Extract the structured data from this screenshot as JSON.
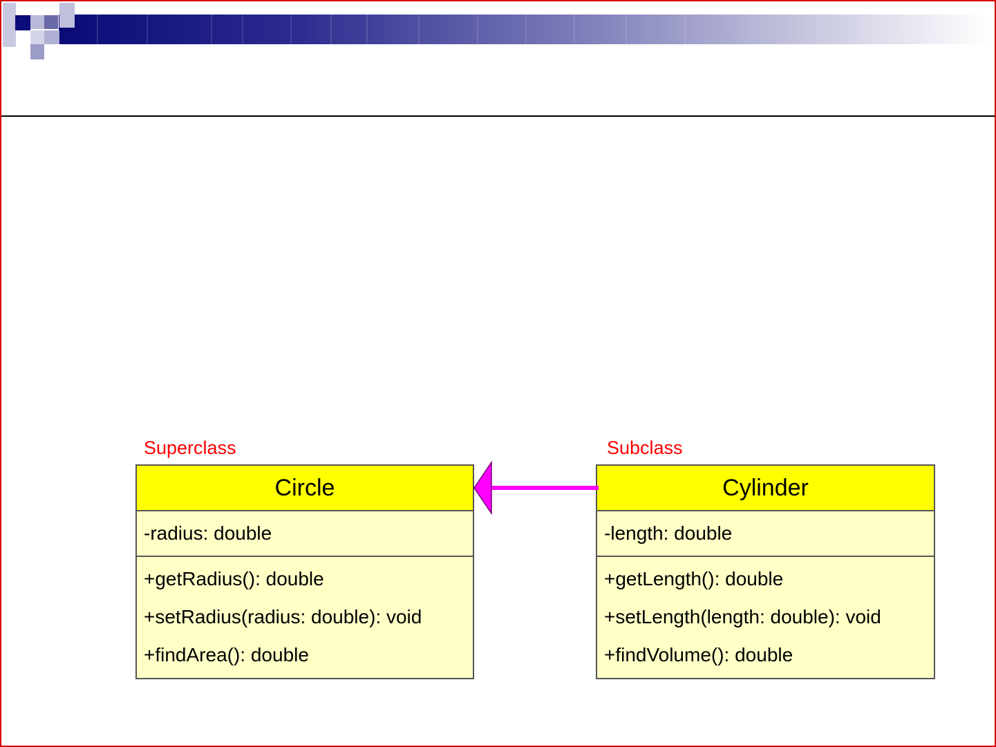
{
  "colors": {
    "frame": "#d40000",
    "banner_start": "#0a0a78",
    "banner_end": "#ffffff",
    "class_header": "#ffff00",
    "class_body": "#ffffc6",
    "label": "#ff0000",
    "arrow": "#ff00ff"
  },
  "diagram": {
    "superclass_label": "Superclass",
    "subclass_label": "Subclass",
    "superclass": {
      "name": "Circle",
      "attributes": [
        "-radius: double"
      ],
      "methods": [
        "+getRadius(): double",
        "+setRadius(radius: double): void",
        "+findArea(): double"
      ]
    },
    "subclass": {
      "name": "Cylinder",
      "attributes": [
        "-length: double"
      ],
      "methods": [
        "+getLength(): double",
        "+setLength(length: double): void",
        "+findVolume(): double"
      ]
    },
    "relationship": "inheritance"
  }
}
